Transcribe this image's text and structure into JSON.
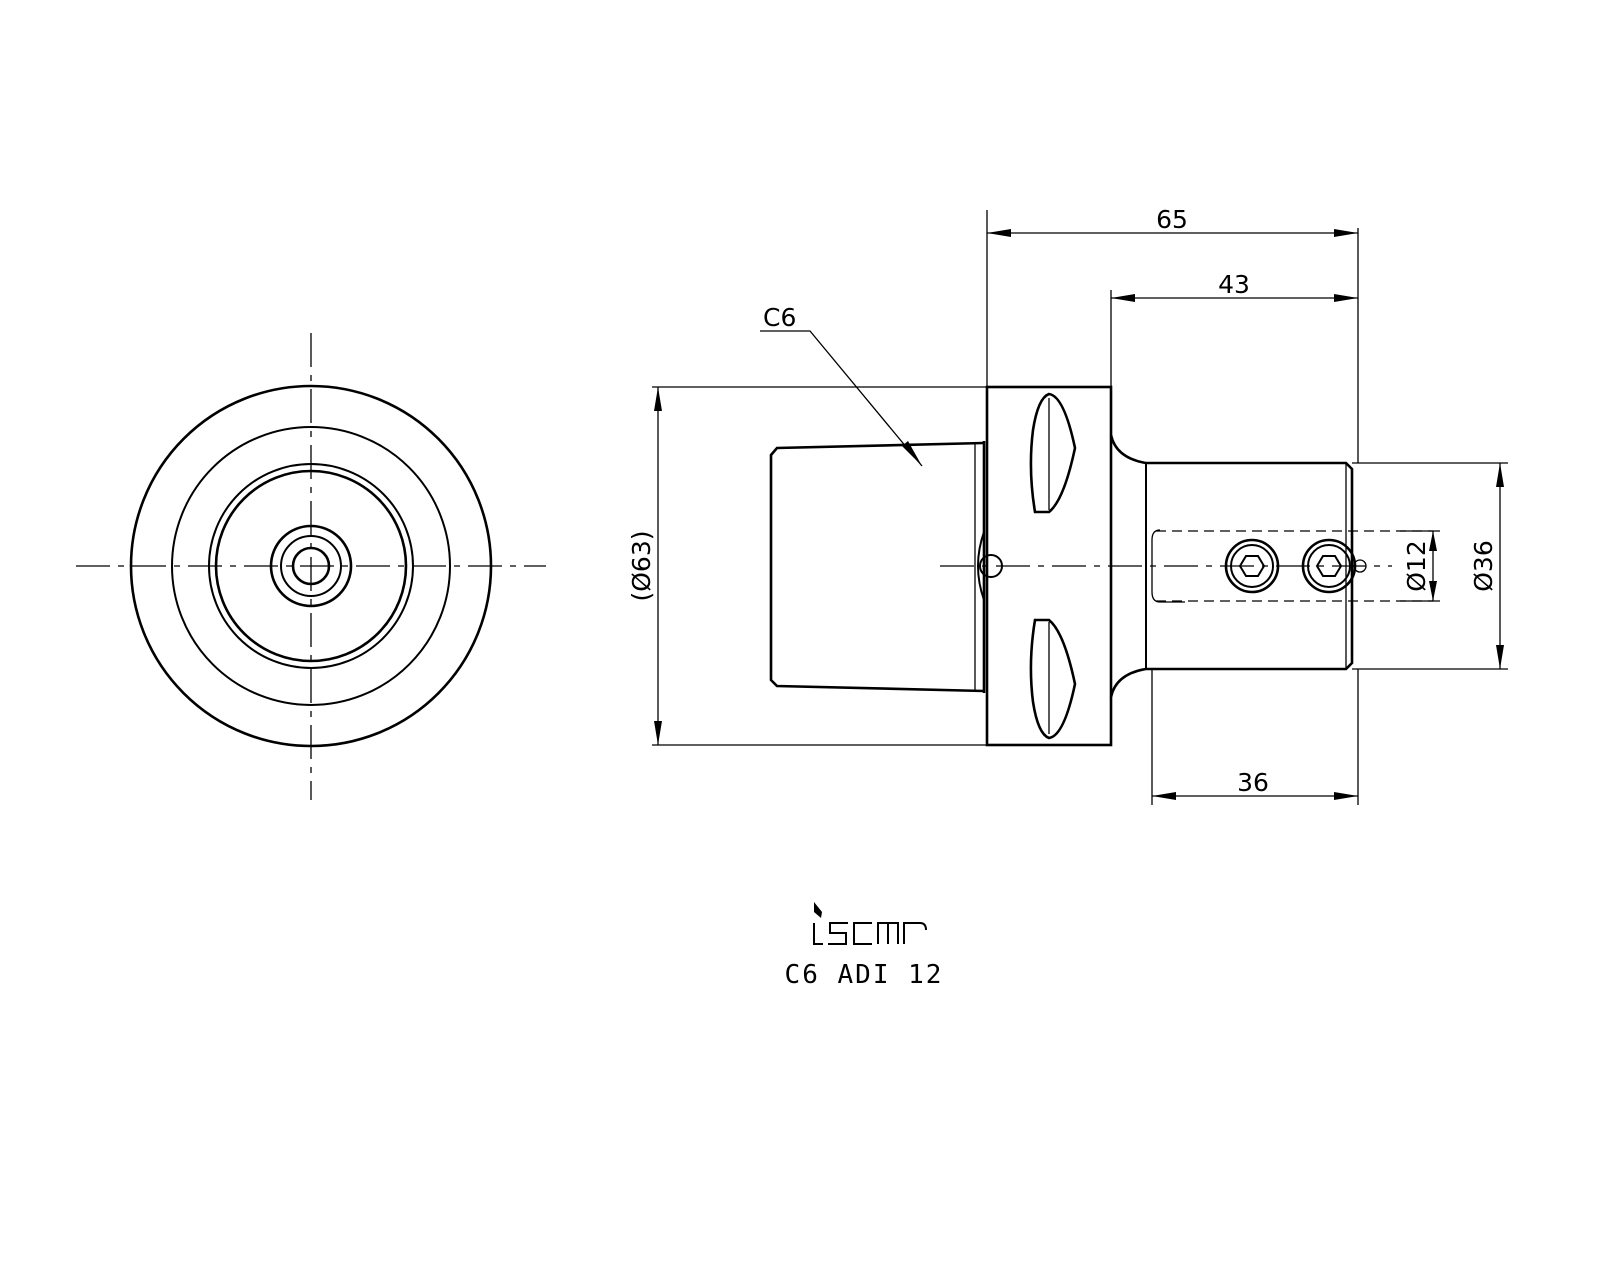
{
  "dimensions": {
    "overall_length": "65",
    "shank_length": "43",
    "shank_body_length": "36",
    "flange_diameter": "(Ø63)",
    "shank_diameter": "Ø36",
    "bore_diameter": "Ø12"
  },
  "callout": {
    "label": "C6"
  },
  "title_block": {
    "brand_logo": "iscar",
    "product_code": "C6 ADI 12"
  }
}
